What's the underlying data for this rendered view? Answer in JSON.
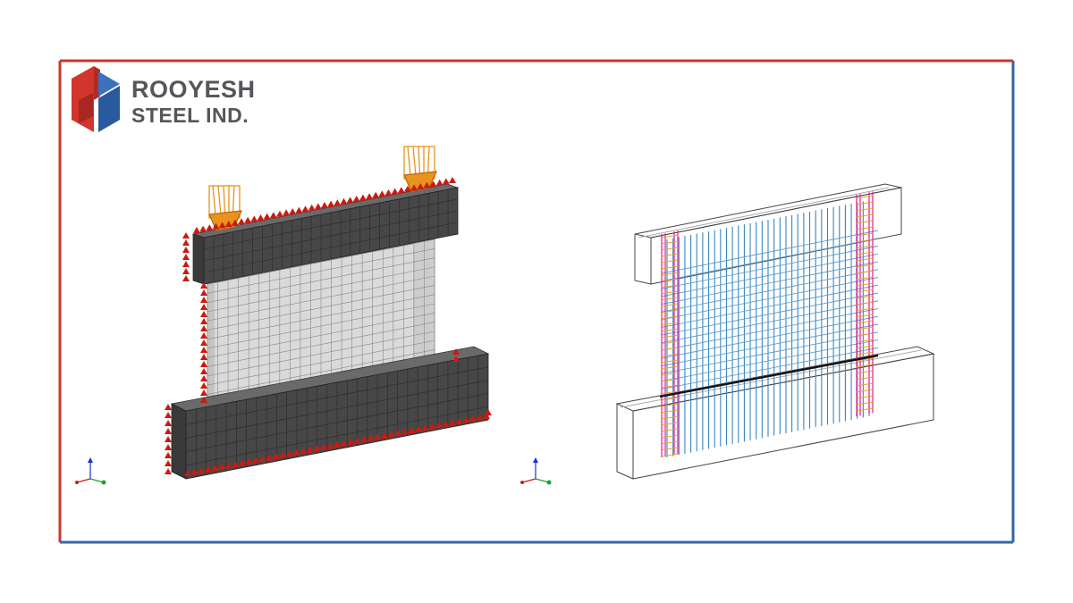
{
  "brand": {
    "name_line1": "ROOYESH",
    "name_line2": "STEEL IND.",
    "colors": {
      "red": "#d1352b",
      "blue": "#2a5a9e",
      "text": "#55565a"
    }
  },
  "frame": {
    "top_left_color": "#c7382c",
    "bottom_right_color": "#3466a5"
  },
  "left_panel": {
    "view": "solid-mesh-model",
    "concrete_color": "#4a4a4a",
    "wall_color": "#d8d8d8",
    "support_marker_color": "#cc1a10",
    "load_arrow_color": "#e8931c",
    "axis_triad": {
      "x_color": "#d01a1a",
      "y_color": "#1fa030",
      "z_color": "#1a2fd0"
    }
  },
  "right_panel": {
    "view": "reinforcement-wireframe",
    "vertical_bar_color": "#3a86c2",
    "horizontal_bar_color": "#5aa0d0",
    "boundary_bar_color": "#e2189a",
    "tie_color": "#f0a020",
    "outline_color": "#444444",
    "axis_triad": {
      "x_color": "#d01a1a",
      "y_color": "#1fa030",
      "z_color": "#1a2fd0"
    }
  }
}
